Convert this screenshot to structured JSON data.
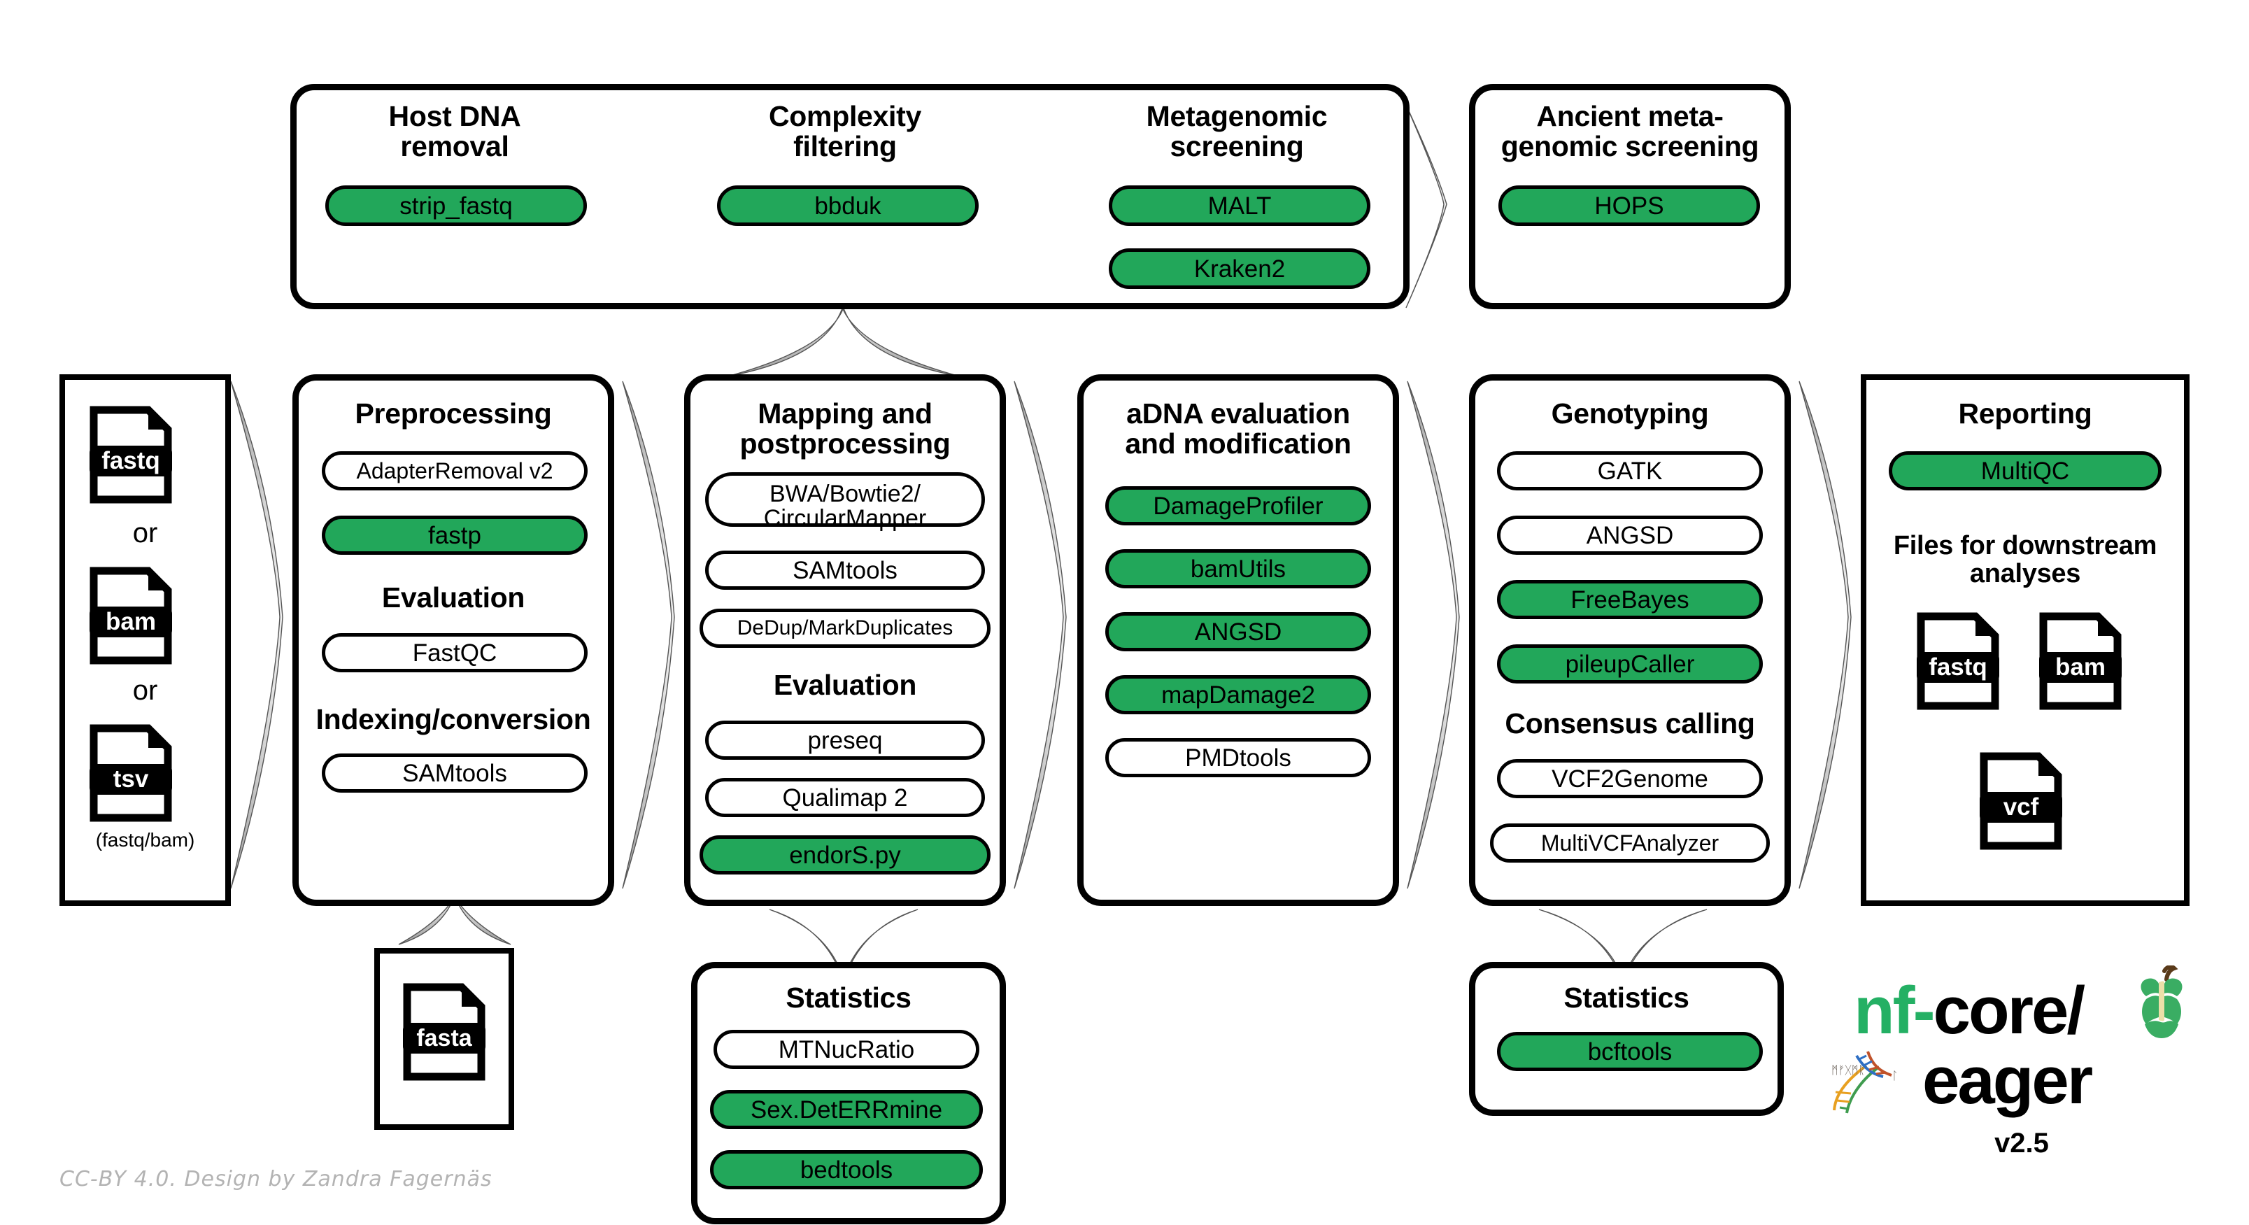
{
  "colors": {
    "green": "#22a75a",
    "black": "#000000",
    "white": "#ffffff",
    "credit_gray": "#b3b3b3",
    "logo_green": "#24b064"
  },
  "input": {
    "files": [
      "fastq",
      "bam",
      "tsv"
    ],
    "or_label_1": "or",
    "or_label_2": "or",
    "note": "(fastq/bam)"
  },
  "screening_group": {
    "columns": [
      {
        "title": "Host DNA\nremoval",
        "title_line1": "Host DNA",
        "title_line2": "removal",
        "tools": [
          {
            "label": "strip_fastq",
            "green": true
          }
        ]
      },
      {
        "title": "Complexity\nfiltering",
        "title_line1": "Complexity",
        "title_line2": "filtering",
        "tools": [
          {
            "label": "bbduk",
            "green": true
          }
        ]
      },
      {
        "title": "Metagenomic\nscreening",
        "title_line1": "Metagenomic",
        "title_line2": "screening",
        "tools": [
          {
            "label": "MALT",
            "green": true
          },
          {
            "label": "Kraken2",
            "green": true
          }
        ]
      }
    ]
  },
  "ancient_screening": {
    "title_line1": "Ancient meta-",
    "title_line2": "genomic screening",
    "tools": [
      {
        "label": "HOPS",
        "green": true
      }
    ]
  },
  "preprocessing": {
    "title": "Preprocessing",
    "tools": [
      {
        "label": "AdapterRemoval v2",
        "green": false
      },
      {
        "label": "fastp",
        "green": true
      }
    ],
    "sub1_title": "Evaluation",
    "sub1_tools": [
      {
        "label": "FastQC",
        "green": false
      }
    ],
    "sub2_title": "Indexing/conversion",
    "sub2_tools": [
      {
        "label": "SAMtools",
        "green": false
      }
    ]
  },
  "mapping": {
    "title_line1": "Mapping and",
    "title_line2": "postprocessing",
    "tools": [
      {
        "label_line1": "BWA/Bowtie2/",
        "label_line2": "CircularMapper",
        "green": false,
        "two_line": true
      },
      {
        "label": "SAMtools",
        "green": false
      },
      {
        "label": "DeDup/MarkDuplicates",
        "green": false
      }
    ],
    "sub_title": "Evaluation",
    "sub_tools": [
      {
        "label": "preseq",
        "green": false
      },
      {
        "label": "Qualimap 2",
        "green": false
      },
      {
        "label": "endorS.py",
        "green": true
      }
    ]
  },
  "adna": {
    "title_line1": "aDNA evaluation",
    "title_line2": "and modification",
    "tools": [
      {
        "label": "DamageProfiler",
        "green": true
      },
      {
        "label": "bamUtils",
        "green": true
      },
      {
        "label": "ANGSD",
        "green": true
      },
      {
        "label": "mapDamage2",
        "green": true
      },
      {
        "label": "PMDtools",
        "green": false
      }
    ]
  },
  "genotyping": {
    "title": "Genotyping",
    "tools": [
      {
        "label": "GATK",
        "green": false
      },
      {
        "label": "ANGSD",
        "green": false
      },
      {
        "label": "FreeBayes",
        "green": true
      },
      {
        "label": "pileupCaller",
        "green": true
      }
    ],
    "sub_title": "Consensus calling",
    "sub_tools": [
      {
        "label": "VCF2Genome",
        "green": false
      },
      {
        "label": "MultiVCFAnalyzer",
        "green": true
      }
    ]
  },
  "reporting": {
    "title": "Reporting",
    "tools": [
      {
        "label": "MultiQC",
        "green": true
      }
    ],
    "downstream_title_line1": "Files for downstream",
    "downstream_title_line2": "analyses",
    "files": [
      "fastq",
      "bam",
      "vcf"
    ]
  },
  "reference": {
    "file": "fasta"
  },
  "stats_mapping": {
    "title": "Statistics",
    "tools": [
      {
        "label": "MTNucRatio",
        "green": false
      },
      {
        "label": "Sex.DetERRmine",
        "green": true
      },
      {
        "label": "bedtools",
        "green": true
      }
    ]
  },
  "stats_genotyping": {
    "title": "Statistics",
    "tools": [
      {
        "label": "bcftools",
        "green": true
      }
    ]
  },
  "logo": {
    "part_nf": "nf-",
    "part_core": "core/",
    "name": "eager",
    "version": "v2.5"
  },
  "credit": "CC-BY 4.0. Design by Zandra Fagernäs"
}
